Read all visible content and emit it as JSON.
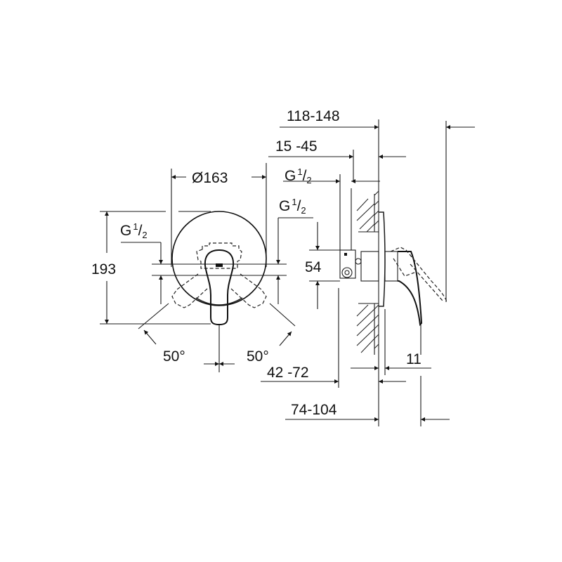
{
  "drawing": {
    "type": "technical dimension drawing",
    "subject": "single-lever concealed shower mixer trim",
    "line_color": "#111111",
    "background": "#ffffff"
  },
  "front_view": {
    "diameter_label": "Ø163",
    "height_label": "193",
    "thread_left": {
      "main": "G",
      "num": "1",
      "den": "2"
    },
    "thread_right": {
      "main": "G",
      "num": "1",
      "den": "2"
    },
    "angle_left": "50°",
    "angle_right": "50°"
  },
  "side_view": {
    "depth_total": "118-148",
    "depth_body": "15 -45",
    "thread_top": {
      "main": "G",
      "num": "1",
      "den": "2"
    },
    "connection_height": "54",
    "wall_offset": "42 -72",
    "projection": "74-104",
    "plate_thickness": "11"
  }
}
